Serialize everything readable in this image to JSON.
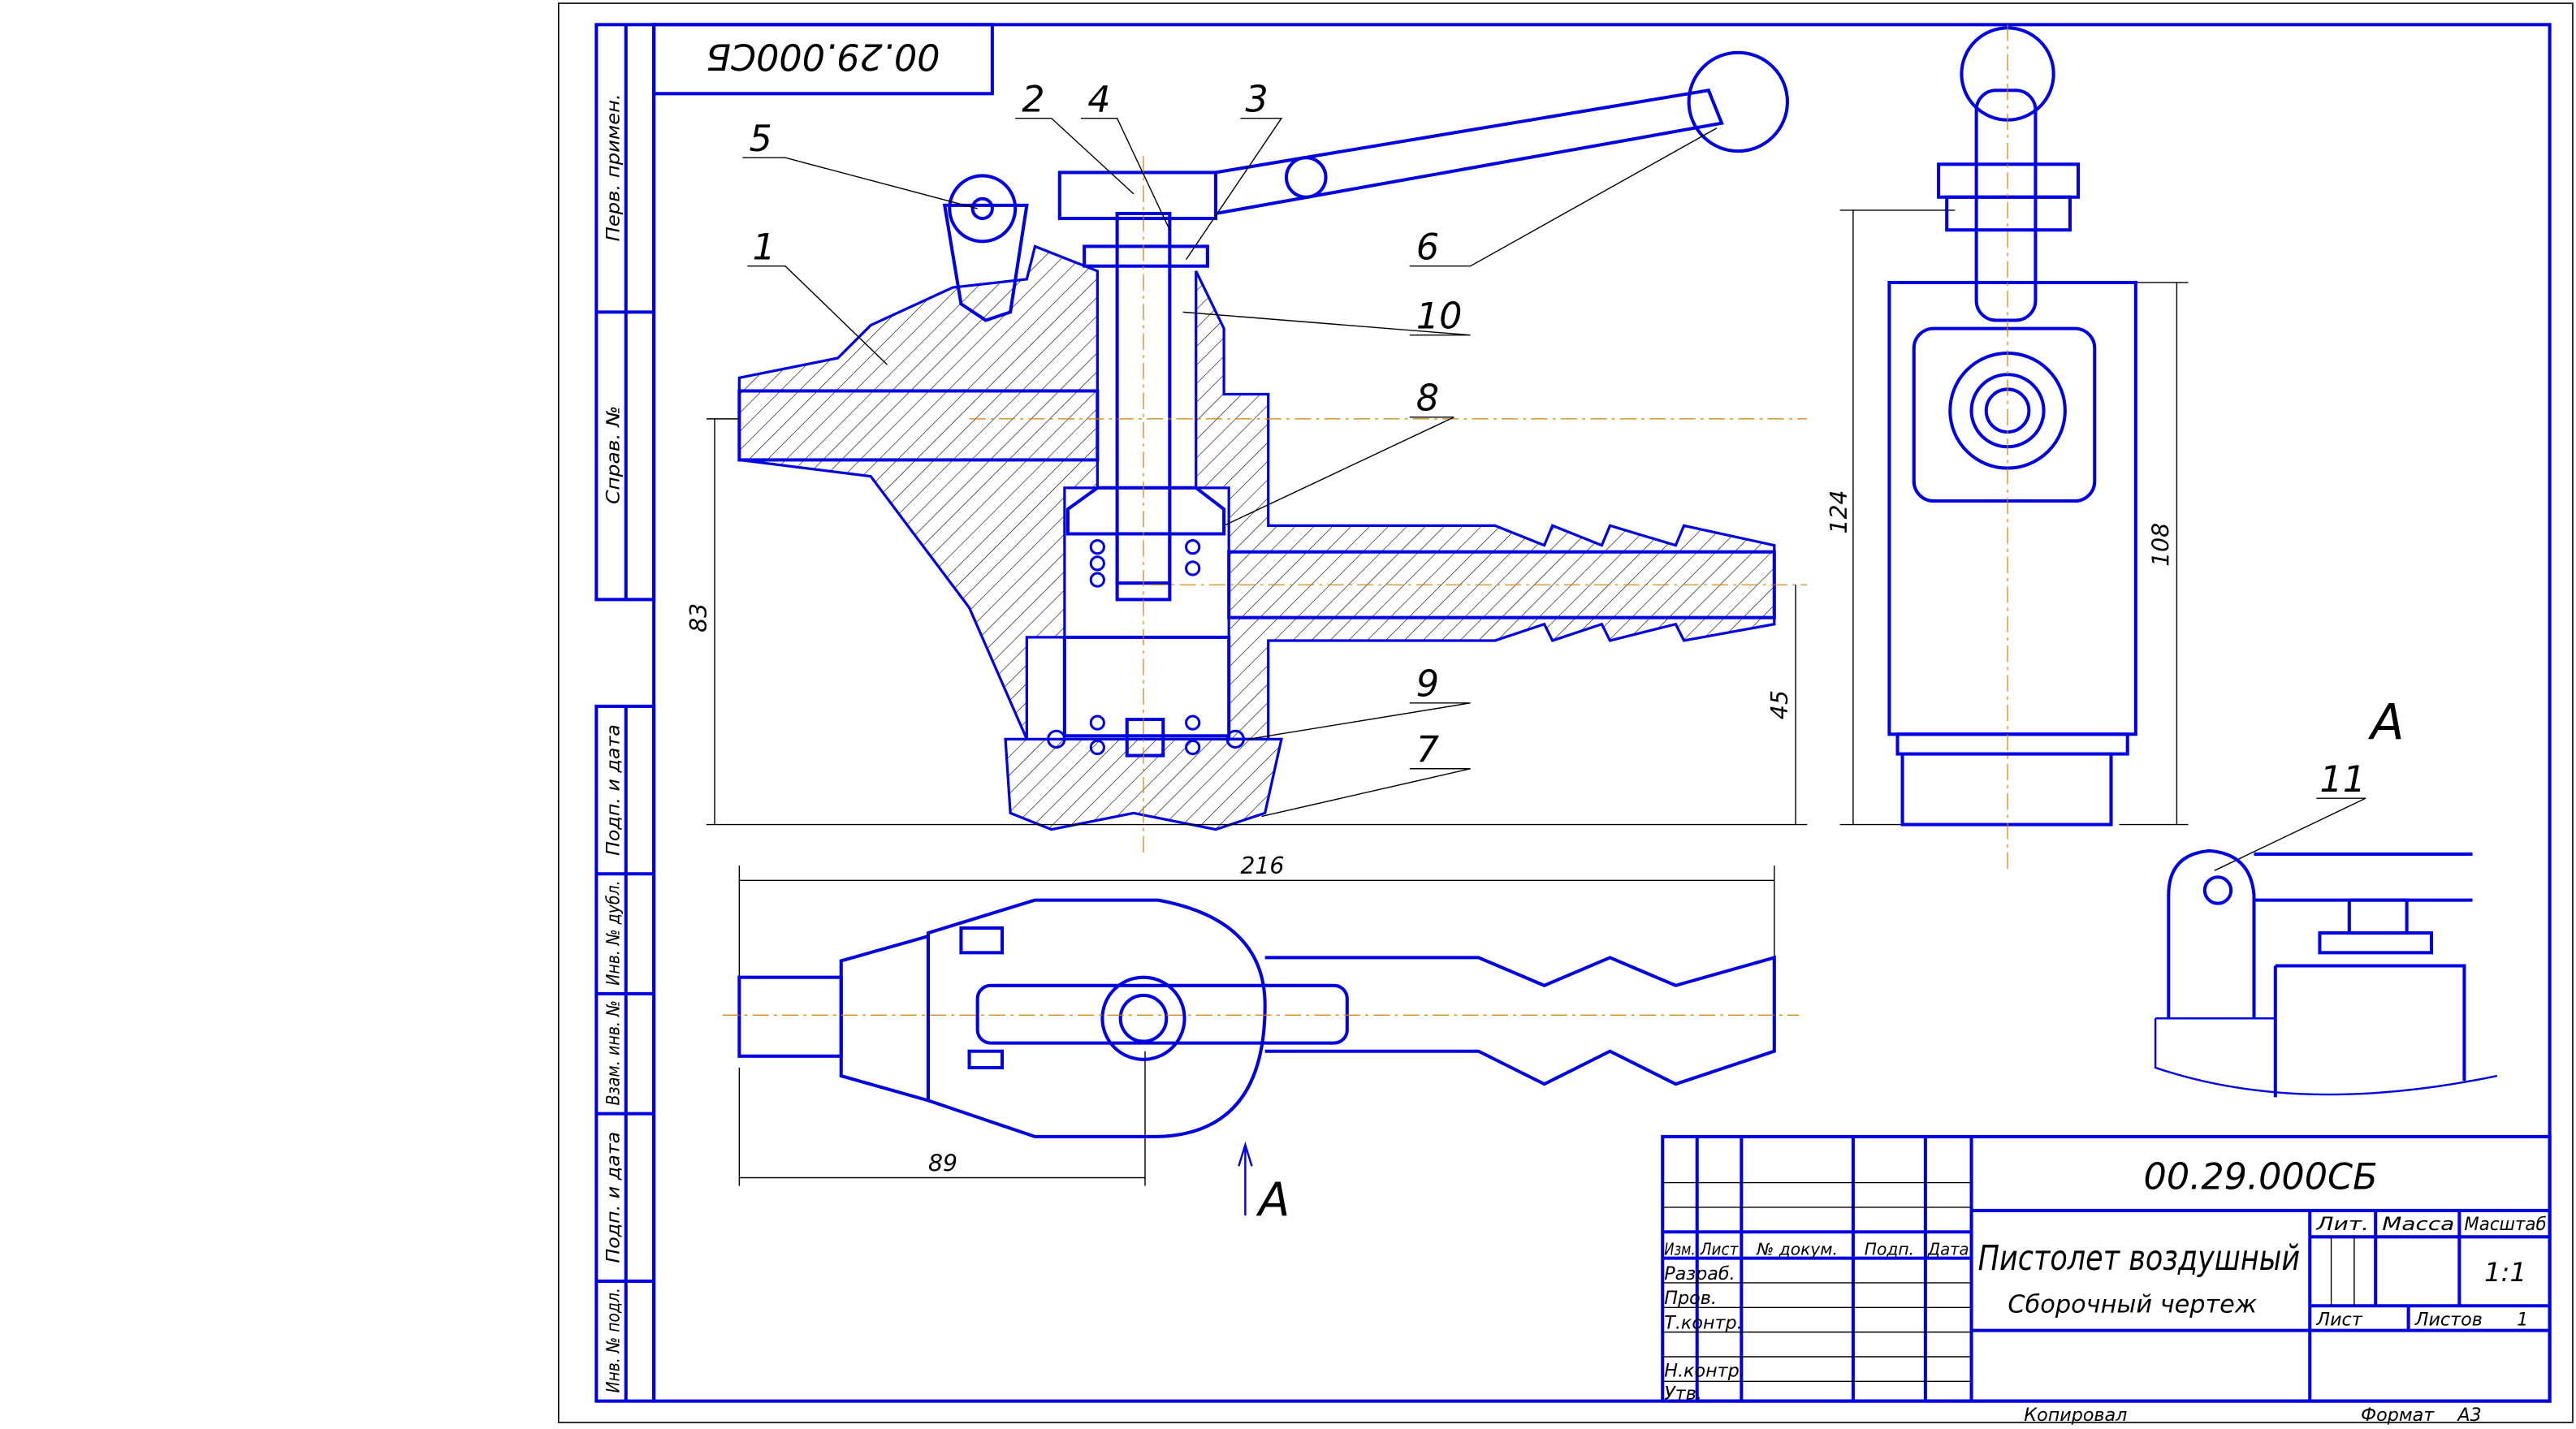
{
  "drawing": {
    "designation": "00.29.000СБ",
    "designation_rotated": "00.29.000СБ",
    "title": "Пистолет воздушный",
    "subtitle": "Сборочный чертеж",
    "scale": "1:1",
    "sheets_label": "Листов",
    "sheets": "1",
    "sheet_label": "Лист",
    "columns": {
      "lit": "Лит.",
      "mass": "Масса",
      "scale": "Масштаб"
    },
    "table_headers": [
      "Изм.",
      "Лист",
      "№ докум.",
      "Подп.",
      "Дата"
    ],
    "roles": [
      "Разраб.",
      "Пров.",
      "Т.контр.",
      "Н.контр.",
      "Утв."
    ],
    "copied": "Копировал",
    "format_label": "Формат",
    "format": "A3"
  },
  "side_stamp": [
    "Перв. примен.",
    "Справ. №",
    "Подп. и дата",
    "Инв. № дубл.",
    "Взам. инв. №",
    "Подп. и дата",
    "Инв. № подл."
  ],
  "positions": [
    "1",
    "2",
    "3",
    "4",
    "5",
    "6",
    "7",
    "8",
    "9",
    "10",
    "11"
  ],
  "dimensions": {
    "d83": "83",
    "d45": "45",
    "d216": "216",
    "d89": "89",
    "d124": "124",
    "d108": "108"
  },
  "view_labels": {
    "view_a": "A",
    "arrow_a": "A"
  }
}
